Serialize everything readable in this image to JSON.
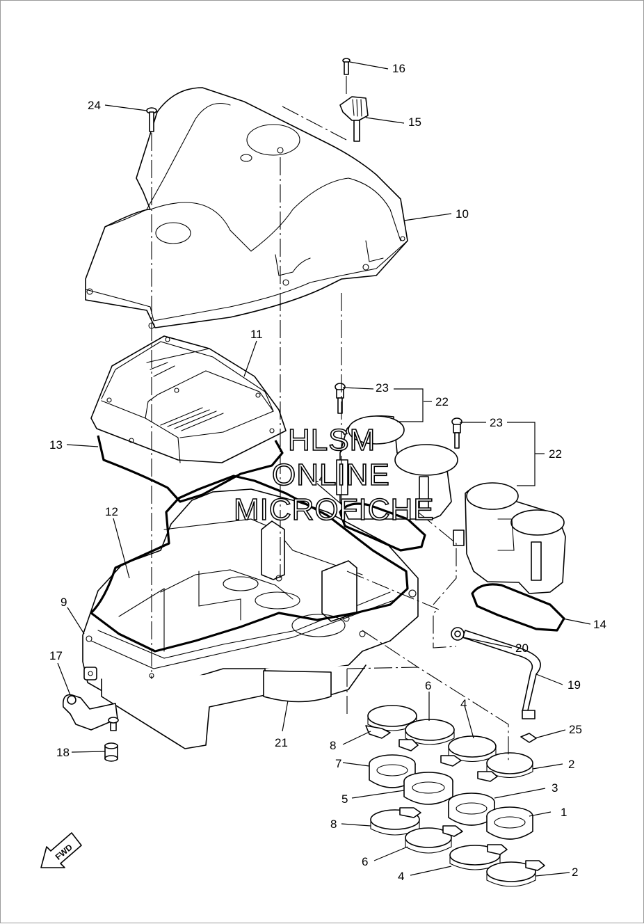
{
  "watermark": {
    "line1": "HLSM",
    "line2": "ONLINE",
    "line3": "MICROFICHE"
  },
  "direction_badge": {
    "label": "FWD"
  },
  "callouts": [
    {
      "id": "c16",
      "label": "16"
    },
    {
      "id": "c15",
      "label": "15"
    },
    {
      "id": "c24",
      "label": "24"
    },
    {
      "id": "c10",
      "label": "10"
    },
    {
      "id": "c11",
      "label": "11"
    },
    {
      "id": "c23a",
      "label": "23"
    },
    {
      "id": "c22a",
      "label": "22"
    },
    {
      "id": "c23b",
      "label": "23"
    },
    {
      "id": "c22b",
      "label": "22"
    },
    {
      "id": "c13",
      "label": "13"
    },
    {
      "id": "c14a",
      "label": "14"
    },
    {
      "id": "c12",
      "label": "12"
    },
    {
      "id": "c9",
      "label": "9"
    },
    {
      "id": "c14b",
      "label": "14"
    },
    {
      "id": "c20",
      "label": "20"
    },
    {
      "id": "c17",
      "label": "17"
    },
    {
      "id": "c19",
      "label": "19"
    },
    {
      "id": "c6a",
      "label": "6"
    },
    {
      "id": "c4a",
      "label": "4"
    },
    {
      "id": "c25",
      "label": "25"
    },
    {
      "id": "c8a",
      "label": "8"
    },
    {
      "id": "c21",
      "label": "21"
    },
    {
      "id": "c18",
      "label": "18"
    },
    {
      "id": "c7",
      "label": "7"
    },
    {
      "id": "c2a",
      "label": "2"
    },
    {
      "id": "c3",
      "label": "3"
    },
    {
      "id": "c5",
      "label": "5"
    },
    {
      "id": "c1",
      "label": "1"
    },
    {
      "id": "c8b",
      "label": "8"
    },
    {
      "id": "c6b",
      "label": "6"
    },
    {
      "id": "c4b",
      "label": "4"
    },
    {
      "id": "c2b",
      "label": "2"
    }
  ]
}
